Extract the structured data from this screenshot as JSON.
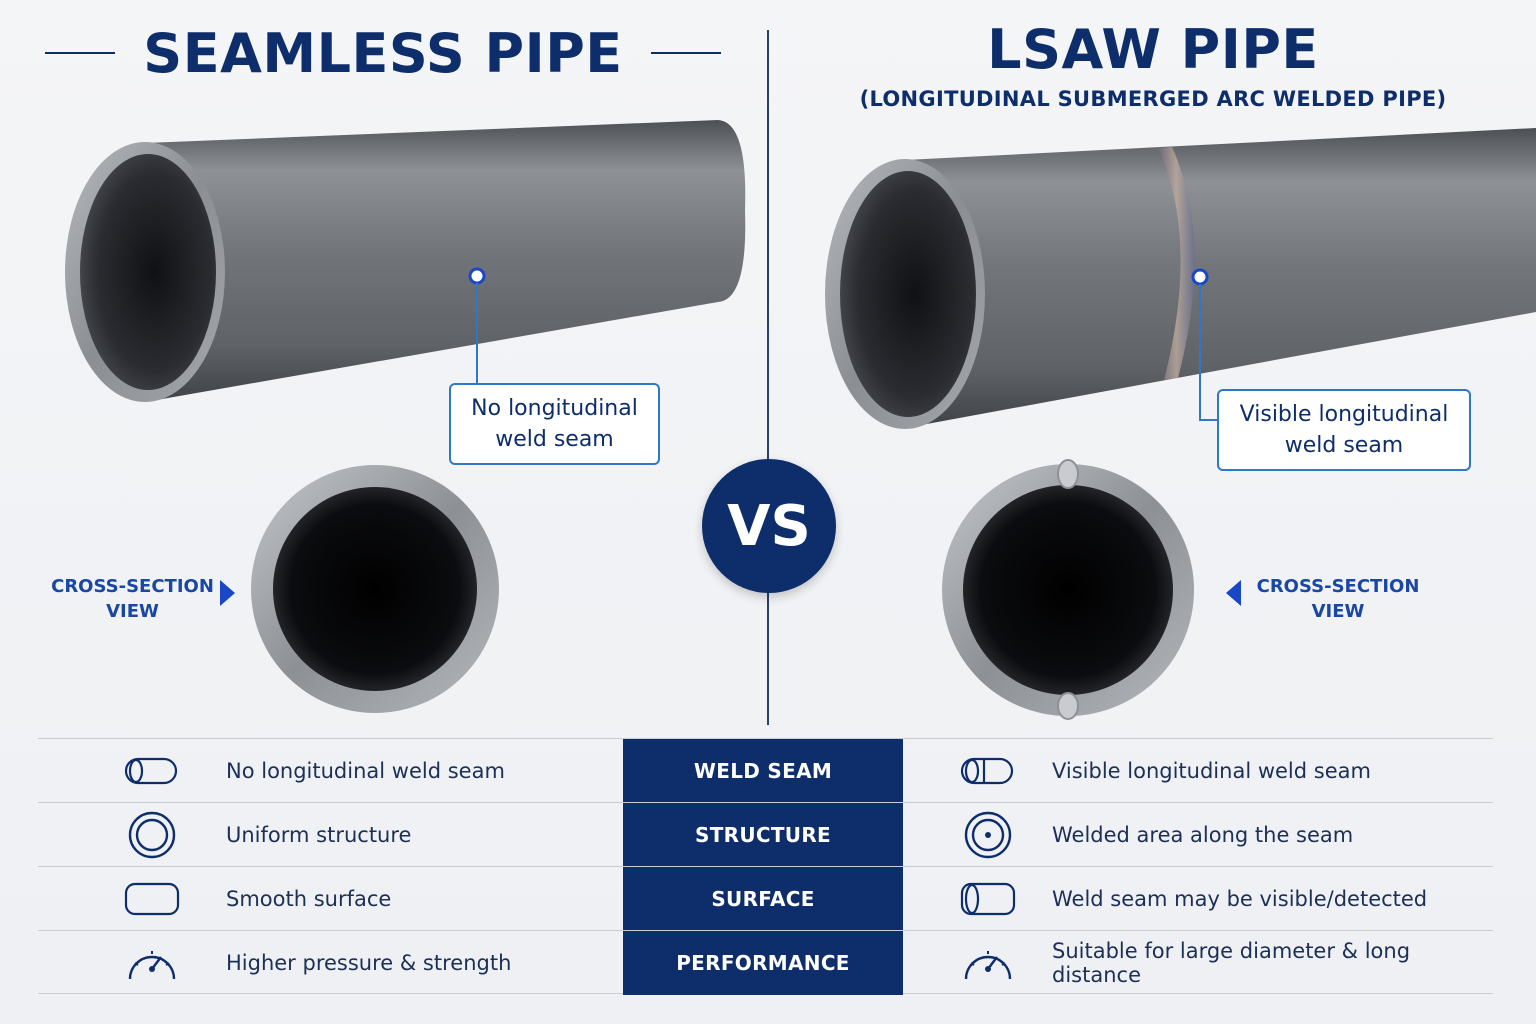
{
  "left": {
    "title": "SEAMLESS PIPE",
    "callout_line1": "No longitudinal",
    "callout_line2": "weld seam",
    "cross_section_line1": "CROSS-SECTION",
    "cross_section_line2": "VIEW"
  },
  "right": {
    "title": "LSAW PIPE",
    "subtitle": "(LONGITUDINAL SUBMERGED ARC WELDED PIPE)",
    "callout_line1": "Visible longitudinal",
    "callout_line2": "weld seam",
    "cross_section_line1": "CROSS-SECTION",
    "cross_section_line2": "VIEW"
  },
  "vs_label": "VS",
  "table": {
    "rows": [
      {
        "category": "WELD SEAM",
        "left": "No longitudinal weld seam",
        "right": "Visible longitudinal weld seam",
        "left_icon": "pipe-tube-icon",
        "right_icon": "pipe-seam-icon"
      },
      {
        "category": "STRUCTURE",
        "left": "Uniform structure",
        "right": "Welded area along the seam",
        "left_icon": "ring-icon",
        "right_icon": "ring-dot-icon"
      },
      {
        "category": "SURFACE",
        "left": "Smooth surface",
        "right": "Weld seam may be visible/detected",
        "left_icon": "rounded-rect-icon",
        "right_icon": "pipe-tube-icon"
      },
      {
        "category": "PERFORMANCE",
        "left": "Higher pressure & strength",
        "right": "Suitable for large diameter & long distance",
        "left_icon": "gauge-icon",
        "right_icon": "gauge-icon"
      }
    ]
  },
  "colors": {
    "navy": "#0d2d6b",
    "accent_blue": "#2f78c8",
    "steel": "#8a8d92"
  }
}
